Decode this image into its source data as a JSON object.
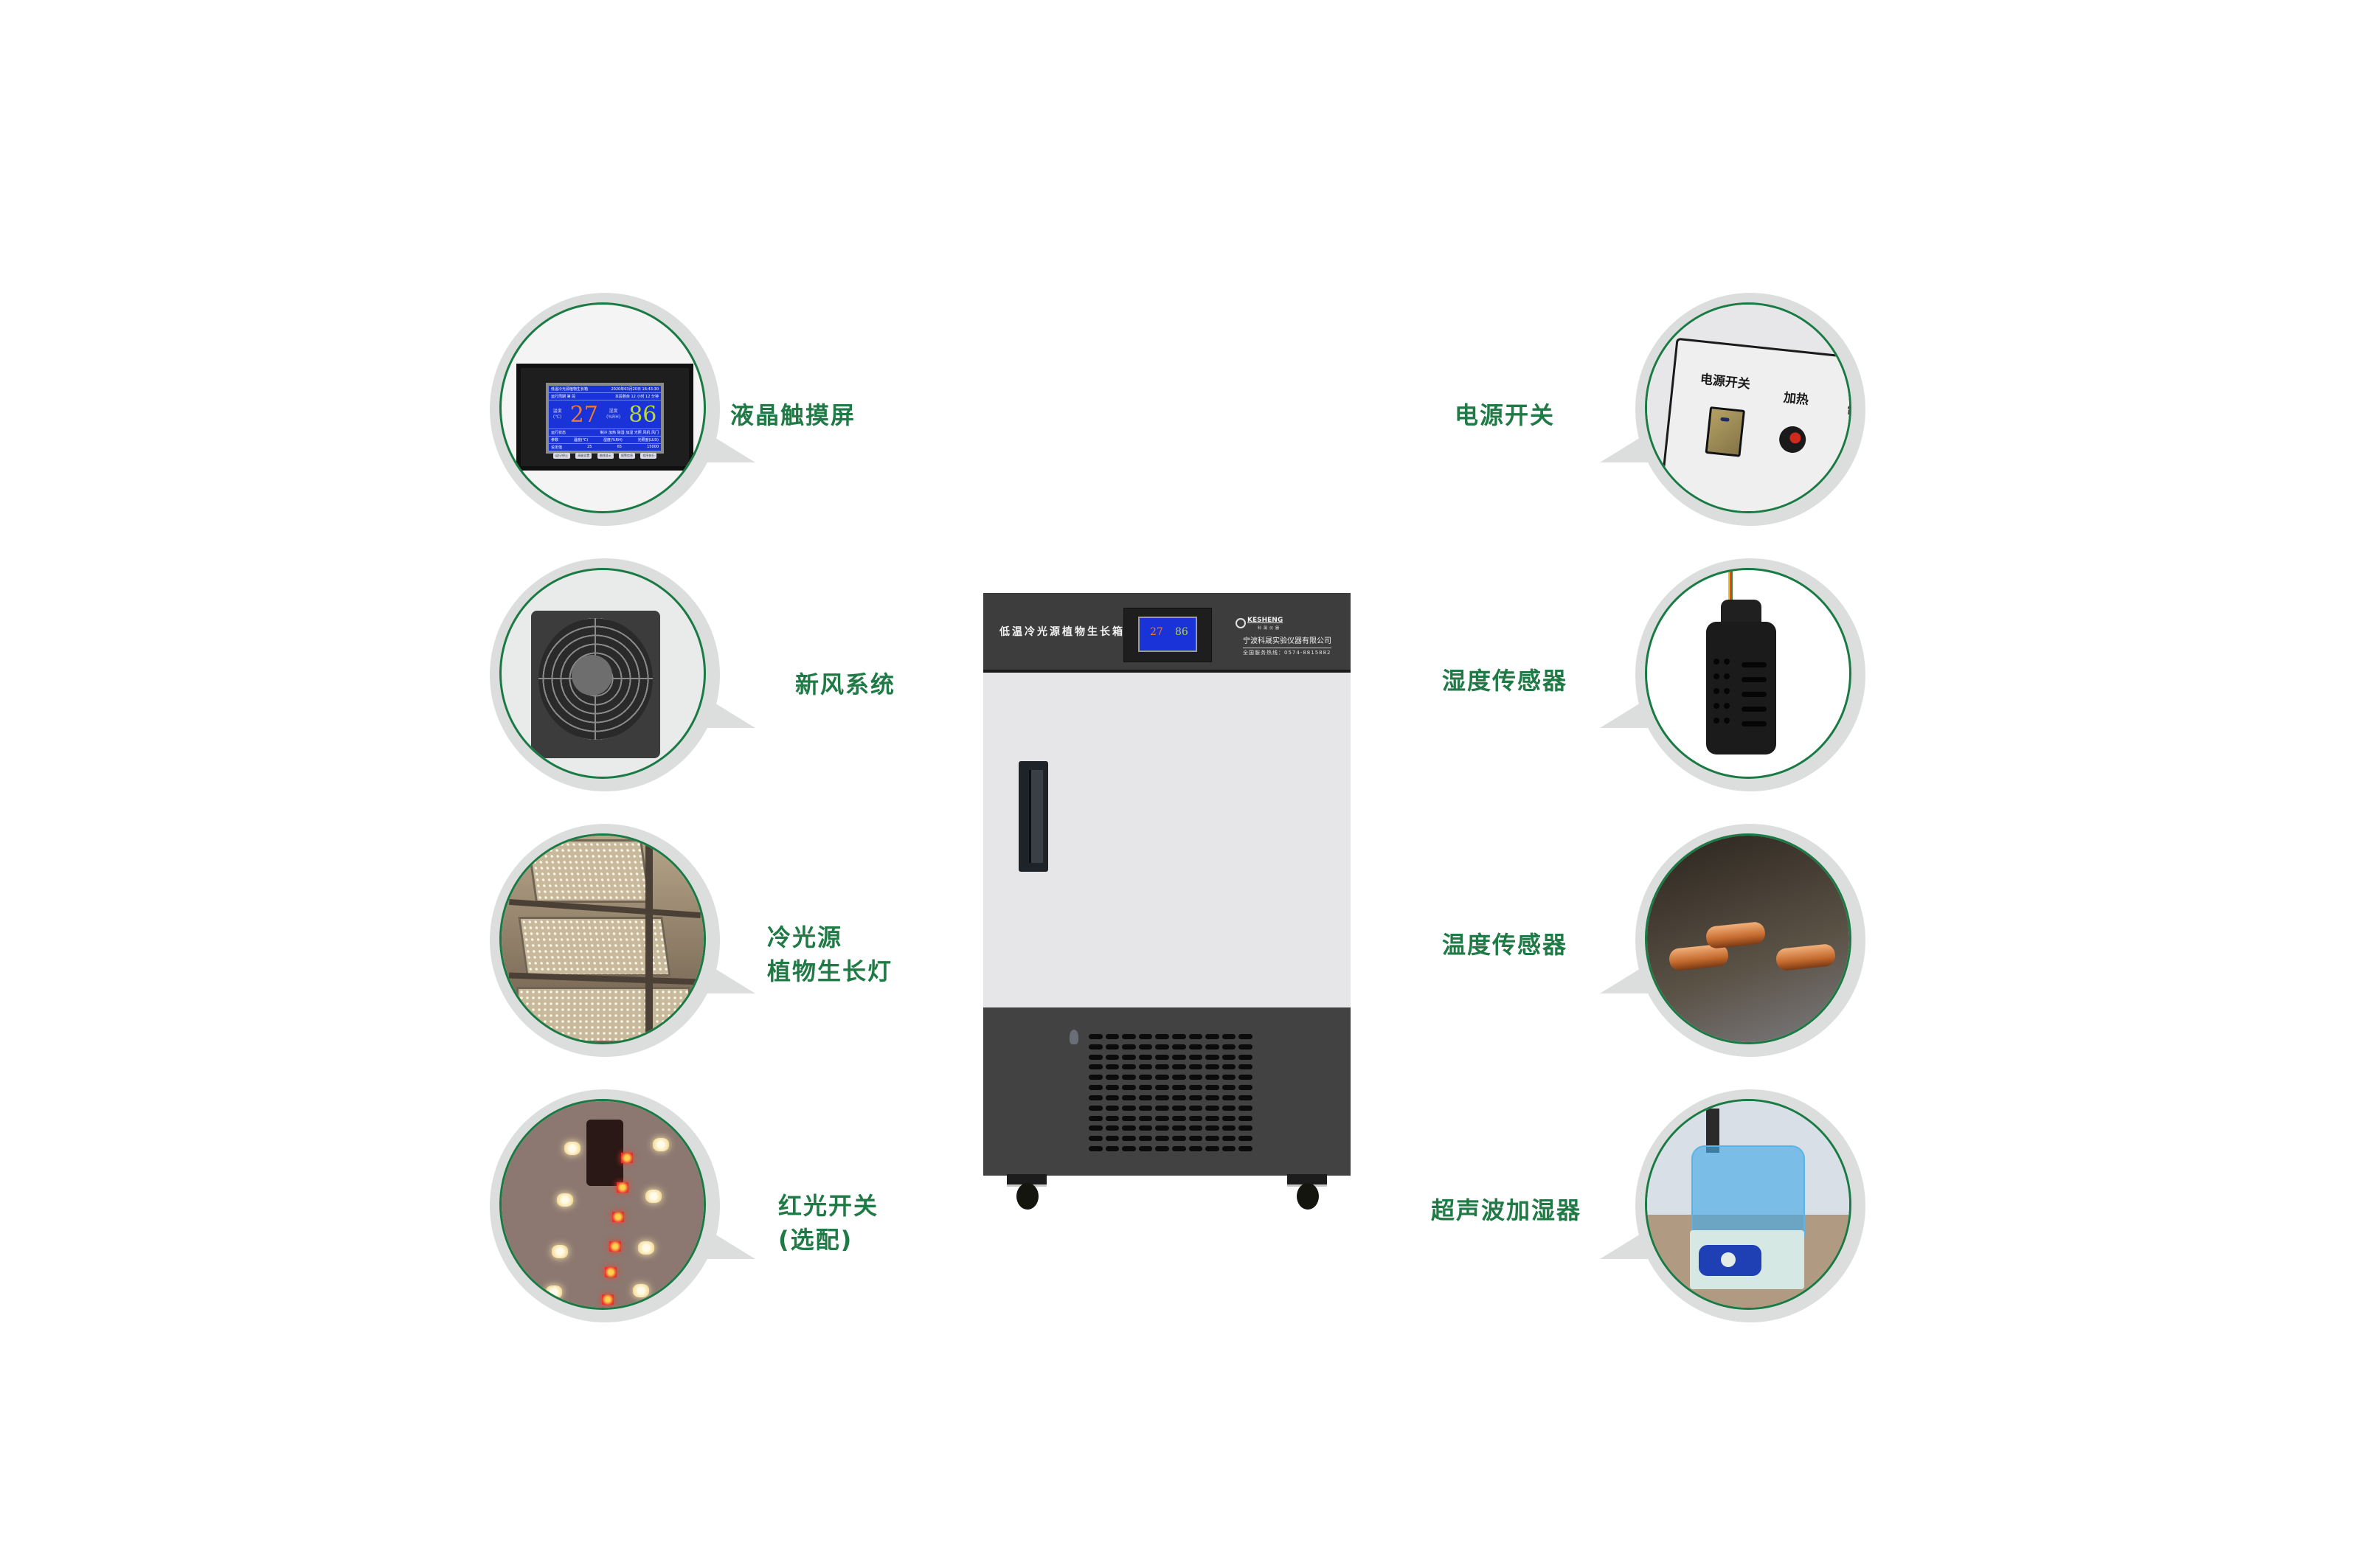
{
  "colors": {
    "accent_green": "#1f7a45",
    "bubble_grey": "#dcdedd",
    "ring_green": "#1a7a44",
    "cabinet_dark": "#3d3d3d",
    "cabinet_door": "#e6e5e8",
    "lcd_blue": "#1a33d8"
  },
  "features_left": [
    {
      "label": "液晶触摸屏",
      "icon": "lcd-touchscreen"
    },
    {
      "label": "新风系统",
      "icon": "fan-grill"
    },
    {
      "label_line1": "冷光源",
      "label_line2": "植物生长灯",
      "icon": "led-grow-light"
    },
    {
      "label_line1": "红光开关",
      "label_line2": "(选配)",
      "icon": "red-light-switch"
    }
  ],
  "features_right": [
    {
      "label": "电源开关",
      "icon": "power-switch"
    },
    {
      "label": "湿度传感器",
      "icon": "humidity-sensor"
    },
    {
      "label": "温度传感器",
      "icon": "temperature-sensor"
    },
    {
      "label": "超声波加湿器",
      "icon": "ultrasonic-humidifier"
    }
  ],
  "lcd": {
    "title": "低温冷光源植物生长箱",
    "datetime": "2020年03月20日 16:43:30",
    "run_period": "运行周期  第   段",
    "remaining": "本段剩余 12 小时 12 分钟",
    "temp_label": "温度",
    "temp_unit": "(℃)",
    "temp_value": "27",
    "hum_label": "湿度",
    "hum_unit": "(%RH)",
    "hum_value": "86",
    "status_label": "运行状态",
    "status_items": "制冷 加热 除湿 加湿 光照 风机 风门",
    "param_label": "参数",
    "param_cols": [
      "温度(℃)",
      "湿度(%RH)",
      "光照度(LUX)"
    ],
    "set_label": "设定值",
    "set_values": [
      "25",
      "65",
      "15000"
    ],
    "buttons": [
      "运行/停止",
      "高级设置",
      "曲线显示",
      "报警信息",
      "程序执行"
    ]
  },
  "power_panel": {
    "switch_label": "电源开关",
    "heat_label": "加热",
    "cool_label": "制冷"
  },
  "cabinet": {
    "title": "低温冷光源植物生长箱",
    "brand": "KESHENG",
    "brand_cn": "科晟仪器",
    "company": "宁波科晟实验仪器有限公司",
    "hotline": "全国服务热线：0574-8815882",
    "lcd_temp": "27",
    "lcd_hum": "86"
  }
}
